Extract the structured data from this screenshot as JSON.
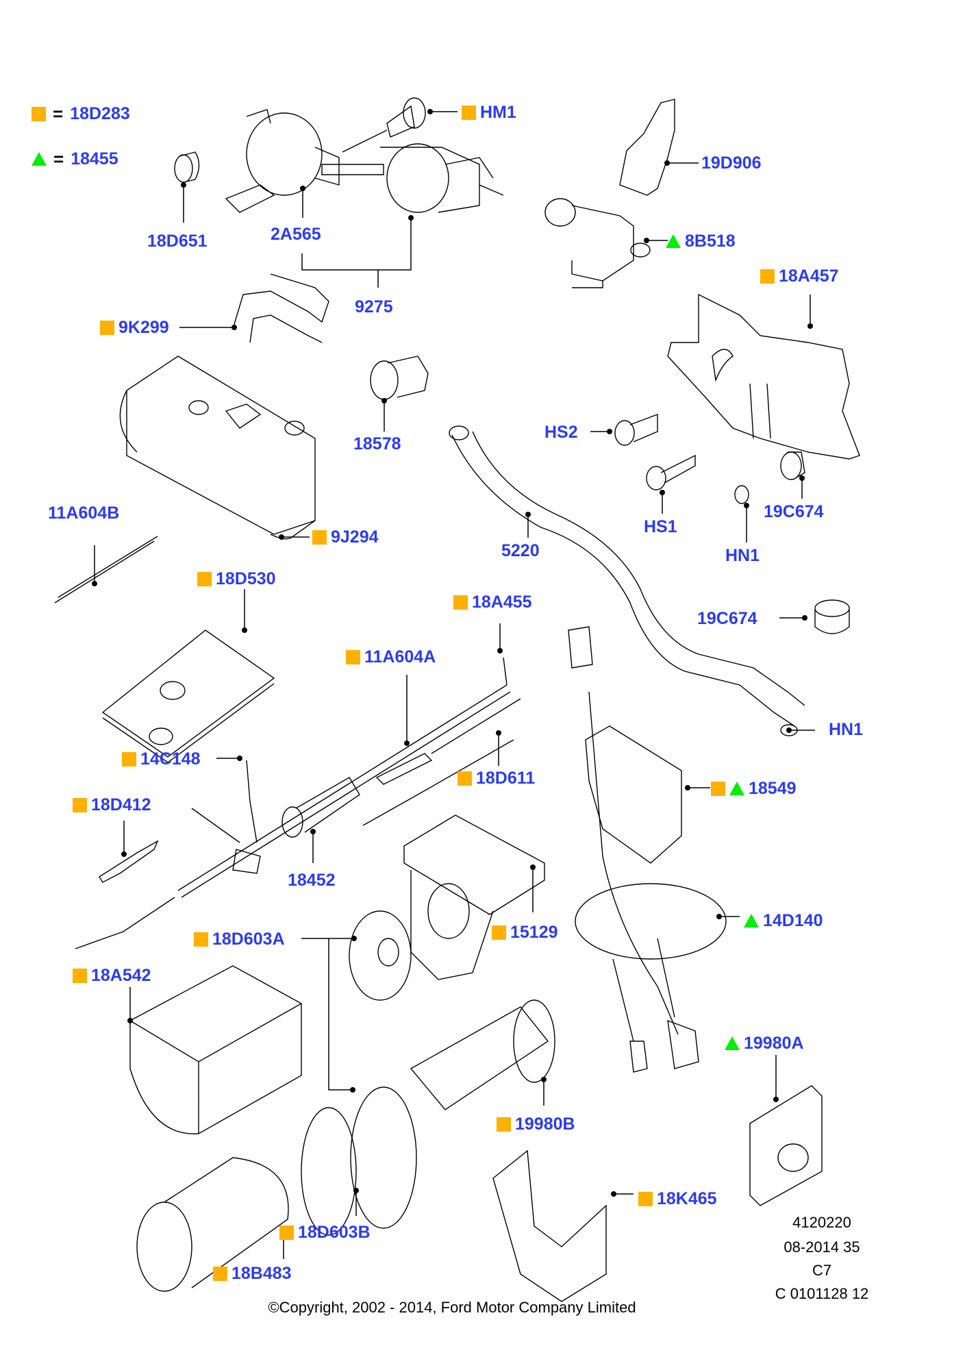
{
  "diagram": {
    "type": "exploded parts diagram",
    "subject": "Auxiliary fuel-fired heater assembly"
  },
  "legend": [
    {
      "symbol": "orange-square",
      "equals": "=",
      "part": "18D283"
    },
    {
      "symbol": "green-triangle",
      "equals": "=",
      "part": "18455"
    }
  ],
  "colors": {
    "label": "#2b3bf0",
    "square_marker": "#ffb000",
    "triangle_marker": "#00ee00"
  },
  "callouts": [
    {
      "id": "c-hm1",
      "text": "HM1",
      "markers": [
        "square"
      ]
    },
    {
      "id": "c-18d651",
      "text": "18D651",
      "markers": []
    },
    {
      "id": "c-2a565",
      "text": "2A565",
      "markers": []
    },
    {
      "id": "c-9275",
      "text": "9275",
      "markers": []
    },
    {
      "id": "c-19d906",
      "text": "19D906",
      "markers": []
    },
    {
      "id": "c-8b518",
      "text": "8B518",
      "markers": [
        "triangle"
      ]
    },
    {
      "id": "c-18a457",
      "text": "18A457",
      "markers": [
        "square"
      ]
    },
    {
      "id": "c-9k299",
      "text": "9K299",
      "markers": [
        "square"
      ]
    },
    {
      "id": "c-18578",
      "text": "18578",
      "markers": []
    },
    {
      "id": "c-hs2",
      "text": "HS2",
      "markers": []
    },
    {
      "id": "c-hs1",
      "text": "HS1",
      "markers": []
    },
    {
      "id": "c-19c674a",
      "text": "19C674",
      "markers": []
    },
    {
      "id": "c-hn1a",
      "text": "HN1",
      "markers": []
    },
    {
      "id": "c-5220",
      "text": "5220",
      "markers": []
    },
    {
      "id": "c-11a604b",
      "text": "11A604B",
      "markers": []
    },
    {
      "id": "c-9j294",
      "text": "9J294",
      "markers": [
        "square"
      ]
    },
    {
      "id": "c-18d530",
      "text": "18D530",
      "markers": [
        "square"
      ]
    },
    {
      "id": "c-18a455",
      "text": "18A455",
      "markers": [
        "square"
      ]
    },
    {
      "id": "c-19c674b",
      "text": "19C674",
      "markers": []
    },
    {
      "id": "c-11a604a",
      "text": "11A604A",
      "markers": [
        "square"
      ]
    },
    {
      "id": "c-hn1b",
      "text": "HN1",
      "markers": []
    },
    {
      "id": "c-14c148",
      "text": "14C148",
      "markers": [
        "square"
      ]
    },
    {
      "id": "c-18d611",
      "text": "18D611",
      "markers": [
        "square"
      ]
    },
    {
      "id": "c-18549",
      "text": "18549",
      "markers": [
        "square",
        "triangle"
      ]
    },
    {
      "id": "c-18d412",
      "text": "18D412",
      "markers": [
        "square"
      ]
    },
    {
      "id": "c-18452",
      "text": "18452",
      "markers": []
    },
    {
      "id": "c-15129",
      "text": "15129",
      "markers": [
        "square"
      ]
    },
    {
      "id": "c-14d140",
      "text": "14D140",
      "markers": [
        "triangle"
      ]
    },
    {
      "id": "c-18d603a",
      "text": "18D603A",
      "markers": [
        "square"
      ]
    },
    {
      "id": "c-18a542",
      "text": "18A542",
      "markers": [
        "square"
      ]
    },
    {
      "id": "c-19980a",
      "text": "19980A",
      "markers": [
        "triangle"
      ]
    },
    {
      "id": "c-19980b",
      "text": "19980B",
      "markers": [
        "square"
      ]
    },
    {
      "id": "c-18k465",
      "text": "18K465",
      "markers": [
        "square"
      ]
    },
    {
      "id": "c-18d603b",
      "text": "18D603B",
      "markers": [
        "square"
      ]
    },
    {
      "id": "c-18b483",
      "text": "18B483",
      "markers": [
        "square"
      ]
    }
  ],
  "reference": {
    "line1": "4120220",
    "line2": "08-2014 35",
    "line3": "C7",
    "line4": "C 0101128 12"
  },
  "copyright": "©Copyright, 2002 - 2014, Ford Motor Company Limited"
}
